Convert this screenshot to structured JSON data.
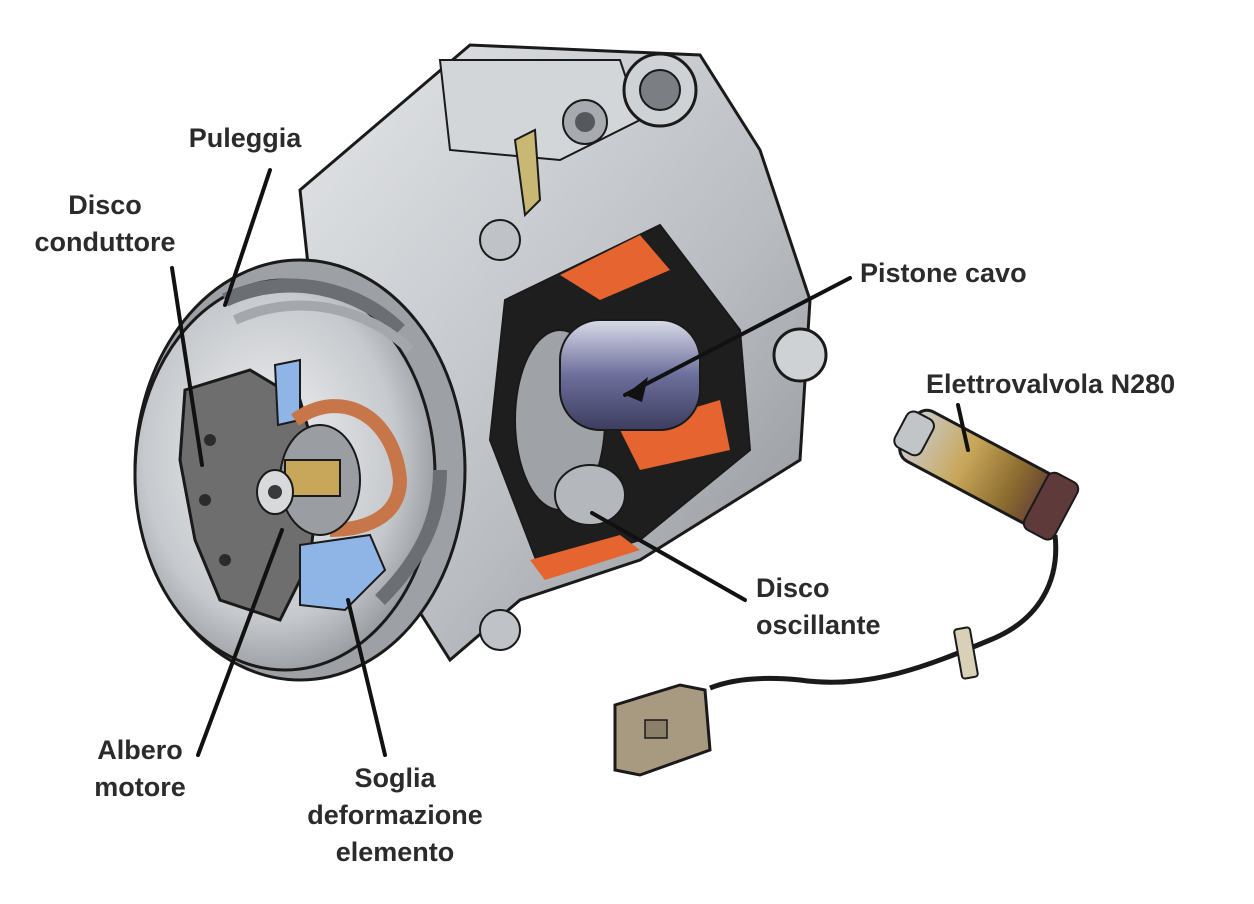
{
  "labels": {
    "puleggia": [
      "Puleggia"
    ],
    "disco_conduttore": [
      "Disco",
      "conduttore"
    ],
    "pistone_cavo": [
      "Pistone cavo"
    ],
    "elettrovalvola": [
      "Elettrovalvola N280"
    ],
    "disco_oscillante": [
      "Disco",
      "oscillante"
    ],
    "albero_motore": [
      "Albero",
      "motore"
    ],
    "soglia": [
      "Soglia",
      "deformazione",
      "elemento"
    ]
  },
  "colors": {
    "text": "#2b2b2b",
    "leader": "#111111",
    "metal": "#c9ccd0",
    "metal_dark": "#8d9196",
    "orange": "#e5642f",
    "blue": "#8fb4e6",
    "copper": "#c7764a",
    "brass": "#c9a75a",
    "connector": "#a89a80"
  }
}
